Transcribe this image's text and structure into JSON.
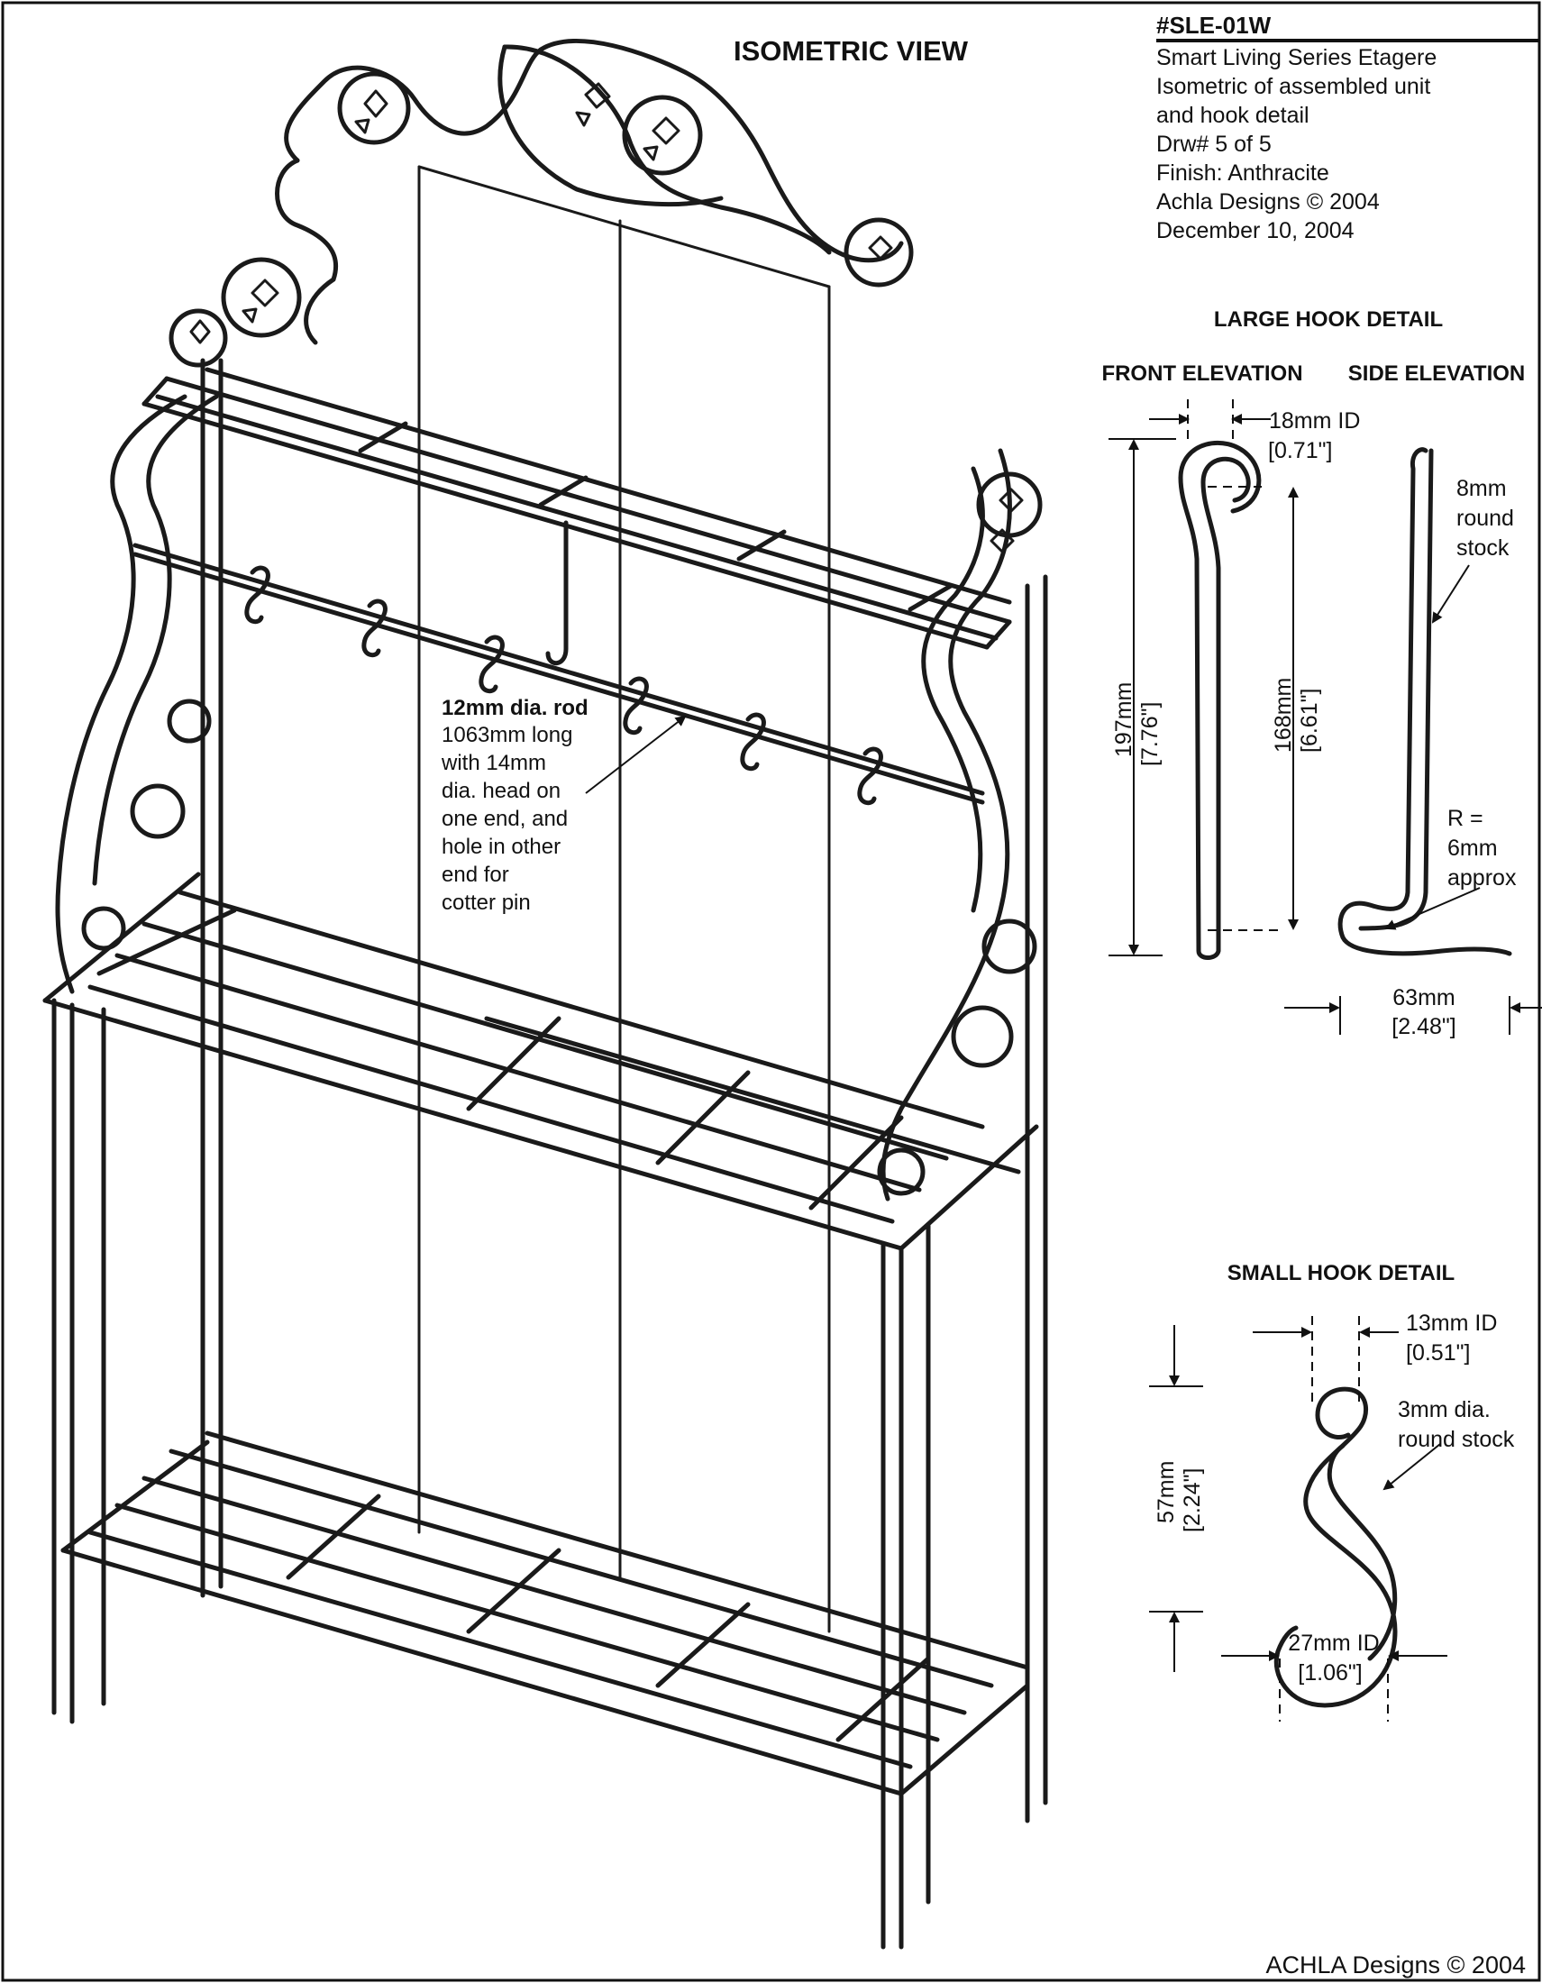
{
  "title_block": {
    "part_number": "#SLE-01W",
    "lines": [
      "Smart Living Series Etagere",
      "Isometric of assembled unit",
      "and hook detail",
      "Drw#  5  of  5",
      "Finish: Anthracite",
      "Achla Designs © 2004",
      "December 10, 2004"
    ]
  },
  "isometric": {
    "heading": "ISOMETRIC VIEW",
    "rod_note": {
      "bold": "12mm dia. rod",
      "lines": [
        "1063mm long",
        "with 14mm",
        "dia. head on",
        "one end, and",
        "hole in other",
        "end for",
        "cotter pin"
      ]
    }
  },
  "large_hook": {
    "heading": "LARGE HOOK DETAIL",
    "front_label": "FRONT ELEVATION",
    "side_label": "SIDE ELEVATION",
    "id_mm": "18mm ID",
    "id_in": "[0.71\"]",
    "height_mm": "197mm",
    "height_in": "[7.76\"]",
    "shank_mm": "168mm",
    "shank_in": "[6.61\"]",
    "stock": [
      "8mm",
      "round",
      "stock"
    ],
    "radius": [
      "R =",
      "6mm",
      "approx"
    ],
    "width_mm": "63mm",
    "width_in": "[2.48\"]"
  },
  "small_hook": {
    "heading": "SMALL HOOK DETAIL",
    "top_id_mm": "13mm ID",
    "top_id_in": "[0.51\"]",
    "stock": [
      "3mm dia.",
      "round stock"
    ],
    "height_mm": "57mm",
    "height_in": "[2.24\"]",
    "bottom_id_mm": "27mm ID",
    "bottom_id_in": "[1.06\"]"
  },
  "footer": "ACHLA Designs © 2004"
}
